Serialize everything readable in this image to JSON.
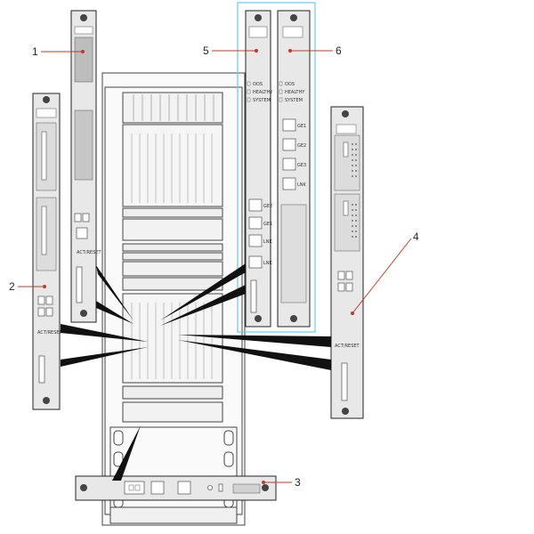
{
  "callouts": [
    {
      "id": "1",
      "label": "1"
    },
    {
      "id": "2",
      "label": "2"
    },
    {
      "id": "3",
      "label": "3"
    },
    {
      "id": "4",
      "label": "4"
    },
    {
      "id": "5",
      "label": "5"
    },
    {
      "id": "6",
      "label": "6"
    }
  ],
  "board5": {
    "status_leds": [
      "OOS",
      "HEALTHY",
      "SYSTEM"
    ],
    "ports": [
      "GE2",
      "GE1",
      "LNK",
      "LNK"
    ]
  },
  "board6": {
    "status_leds": [
      "OOS",
      "HEALTHY",
      "SYSTEM"
    ],
    "ports": [
      "GE1",
      "GE2",
      "GE3",
      "LNK"
    ]
  },
  "board_labels": {
    "activity": "ACT/RESET"
  },
  "colors": {
    "callout_line": "#c0392b",
    "highlight_box": "#6ec6e8",
    "panel_fill": "#e6e6e6",
    "stroke": "#222222"
  }
}
